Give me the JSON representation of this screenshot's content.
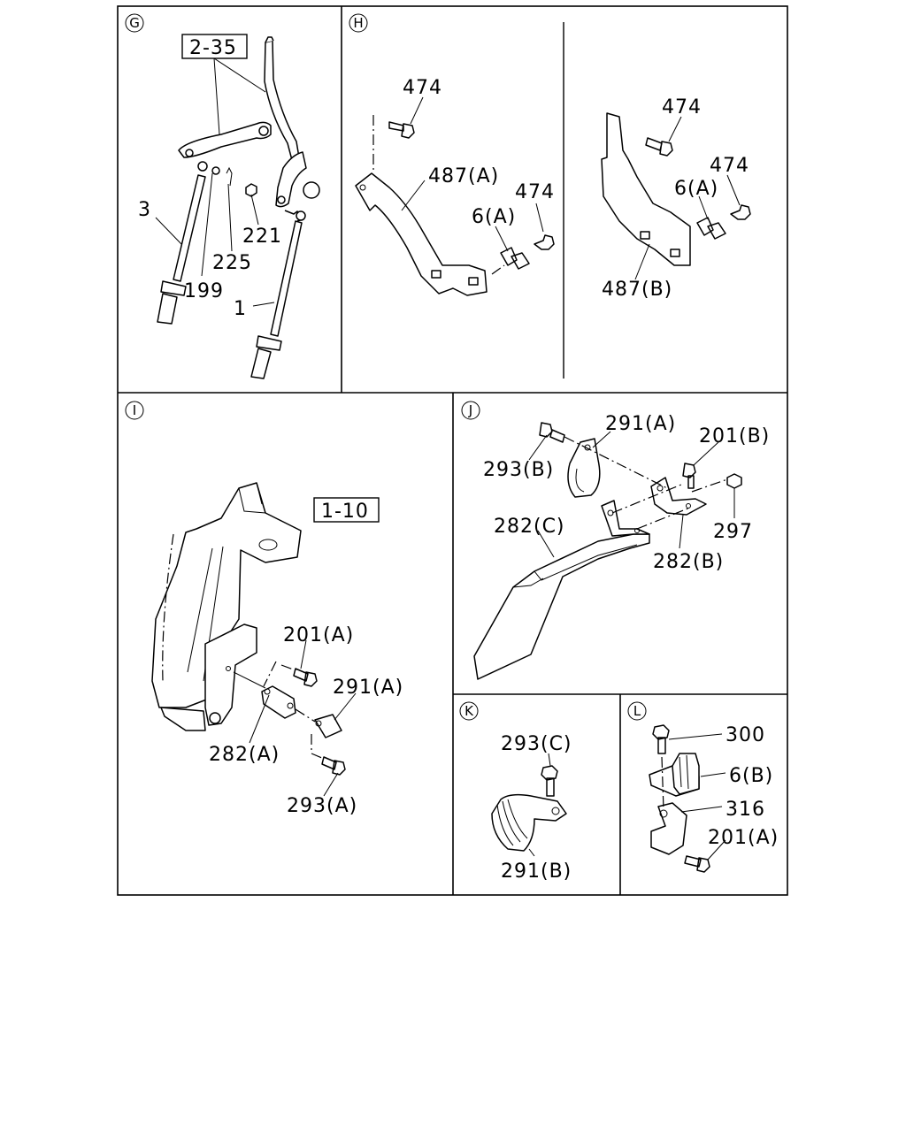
{
  "panels": {
    "G": {
      "letter": "G",
      "ref_box": "2-35",
      "callouts": {
        "c3": "3",
        "c199": "199",
        "c225": "225",
        "c221": "221",
        "c1": "1"
      }
    },
    "H": {
      "letter": "H",
      "callouts": {
        "c474_a": "474",
        "c487a": "487(A)",
        "c6a_a": "6(A)",
        "c474_b": "474",
        "c474_c": "474",
        "c474_d": "474",
        "c6a_b": "6(A)",
        "c487b": "487(B)"
      }
    },
    "I": {
      "letter": "I",
      "ref_box": "1-10",
      "callouts": {
        "c201a": "201(A)",
        "c291a": "291(A)",
        "c282a": "282(A)",
        "c293a": "293(A)"
      }
    },
    "J": {
      "letter": "J",
      "callouts": {
        "c291a": "291(A)",
        "c201b": "201(B)",
        "c293b": "293(B)",
        "c297": "297",
        "c282c": "282(C)",
        "c282b": "282(B)"
      }
    },
    "K": {
      "letter": "K",
      "callouts": {
        "c293c": "293(C)",
        "c291b": "291(B)"
      }
    },
    "L": {
      "letter": "L",
      "callouts": {
        "c300": "300",
        "c6b": "6(B)",
        "c316": "316",
        "c201a": "201(A)"
      }
    }
  }
}
